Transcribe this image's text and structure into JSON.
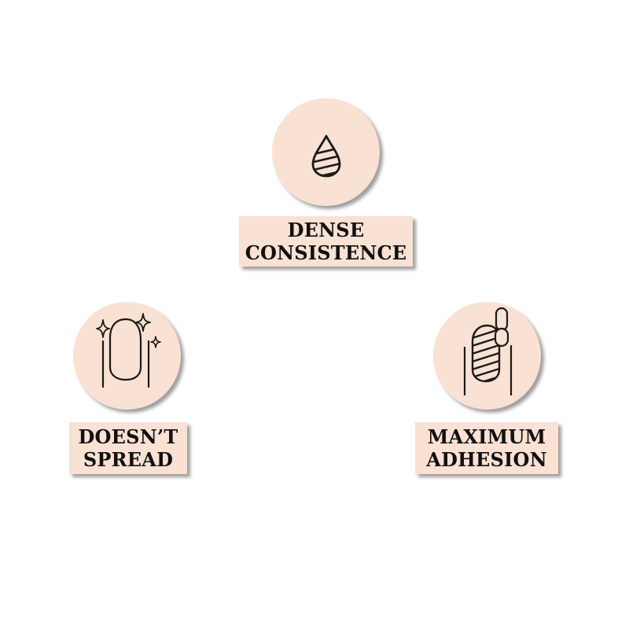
{
  "features": [
    {
      "icon": "striped-drop-icon",
      "label_line1": "DENSE",
      "label_line2": "CONSISTENCE"
    },
    {
      "icon": "sparkling-nail-icon",
      "label_line1": "DOESN’T",
      "label_line2": "SPREAD"
    },
    {
      "icon": "nail-brush-icon",
      "label_line1": "MAXIMUM",
      "label_line2": "ADHESION"
    }
  ],
  "colors": {
    "badge_fill": "#f9e1d3",
    "icon_stroke": "#1a1a1a",
    "text": "#111111",
    "background": "#ffffff"
  }
}
